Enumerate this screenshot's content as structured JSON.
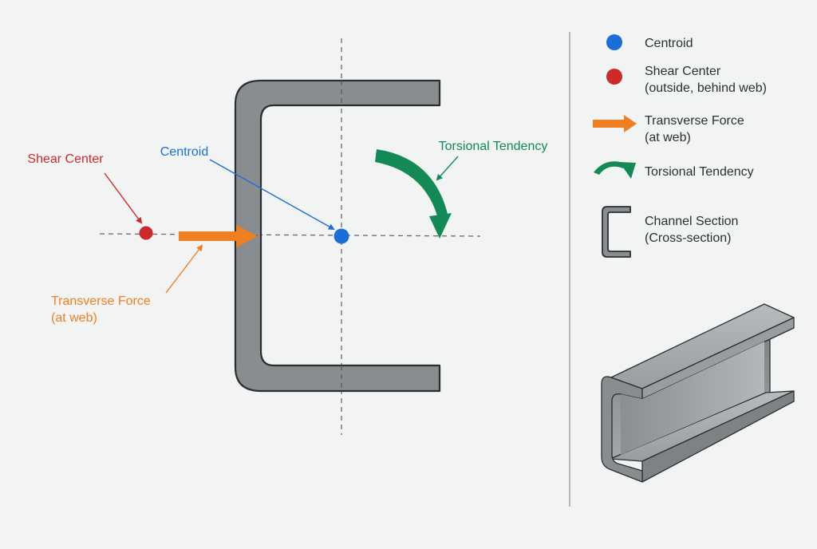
{
  "colors": {
    "background": "#f2f3f3",
    "section_fill": "#8a8d90",
    "section_stroke": "#2b2d30",
    "axis": "#6b6b6b",
    "centroid": "#1a6fd6",
    "shear_center": "#cc2a2a",
    "force": "#f07f22",
    "torsion": "#138a55",
    "legend_text": "#2b2f36"
  },
  "icons": {
    "centroid": "blue-dot-icon",
    "shear_center": "red-dot-icon",
    "force": "orange-arrow-icon",
    "torsion": "green-curved-arrow-icon",
    "channel": "channel-section-icon",
    "channel_3d": "channel-3d-render"
  },
  "diagram": {
    "labels": {
      "shear_center": "Shear Center",
      "centroid": "Centroid",
      "torsion": "Torsional Tendency",
      "force_line1": "Transverse Force",
      "force_line2": "(at web)"
    }
  },
  "legend": {
    "centroid": "Centroid",
    "shear_center_line1": "Shear Center",
    "shear_center_line2": "(outside, behind web)",
    "force_line1": "Transverse Force",
    "force_line2": "(at web)",
    "torsion": "Torsional Tendency",
    "channel_line1": "Channel Section",
    "channel_line2": "(Cross-section)"
  }
}
